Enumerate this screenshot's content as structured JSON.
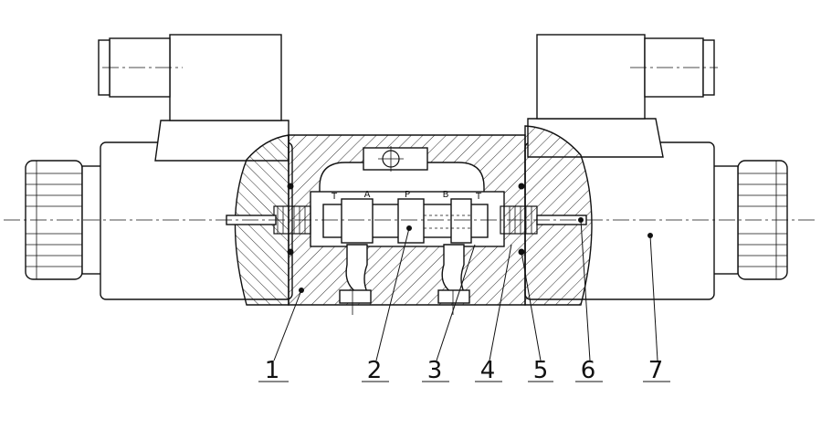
{
  "diagram": {
    "port_labels": {
      "t_left": "T",
      "a": "A",
      "p": "P",
      "b": "B",
      "t_right": "T"
    },
    "callouts": [
      "1",
      "2",
      "3",
      "4",
      "5",
      "6",
      "7"
    ]
  }
}
